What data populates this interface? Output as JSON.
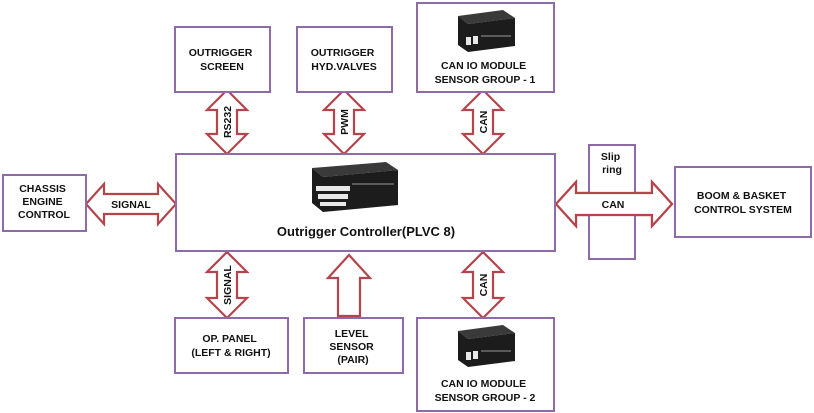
{
  "controller": {
    "label": "Outrigger Controller(PLVC  8)",
    "icon": "controller-module-icon"
  },
  "boxes": {
    "outrigger_screen": [
      "OUTRIGGER",
      "SCREEN"
    ],
    "outrigger_valves": [
      "OUTRIGGER",
      "HYD.VALVES"
    ],
    "can_io_1": [
      "CAN IO MODULE",
      "SENSOR GROUP - 1"
    ],
    "chassis": [
      "CHASSIS",
      "ENGINE",
      "CONTROL"
    ],
    "slip_ring": [
      "Slip",
      "ring"
    ],
    "boom": [
      "BOOM & BASKET",
      "CONTROL SYSTEM"
    ],
    "op_panel": [
      "OP. PANEL",
      "(LEFT & RIGHT)"
    ],
    "level_sensor": [
      "LEVEL",
      "SENSOR",
      "(PAIR)"
    ],
    "can_io_2": [
      "CAN IO MODULE",
      "SENSOR GROUP - 2"
    ]
  },
  "links": {
    "screen": "RS232",
    "valves": "PWM",
    "can_top": "CAN",
    "chassis": "SIGNAL",
    "boom": "CAN",
    "op_panel": "SIGNAL",
    "can_bottom": "CAN"
  },
  "colors": {
    "box_border": "#8e6aa6",
    "arrow_stroke": "#b5454a"
  }
}
